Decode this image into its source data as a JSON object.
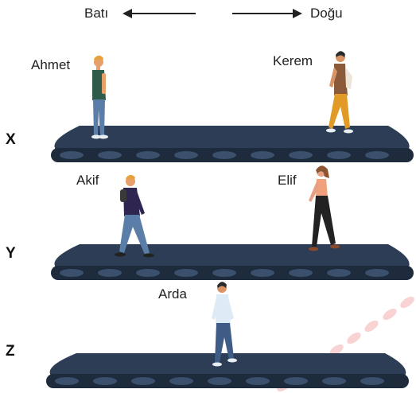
{
  "directions": {
    "west": "Batı",
    "east": "Doğu"
  },
  "rows": [
    {
      "label": "X",
      "people": [
        {
          "name": "Ahmet"
        },
        {
          "name": "Kerem"
        }
      ]
    },
    {
      "label": "Y",
      "people": [
        {
          "name": "Akif"
        },
        {
          "name": "Elif"
        }
      ]
    },
    {
      "label": "Z",
      "people": [
        {
          "name": "Arda"
        }
      ]
    }
  ],
  "colors": {
    "belt": "#2a3b52",
    "belt_dark": "#1d2a3b",
    "roller": "#3b4f6a",
    "watermark": "#f7c6c6"
  }
}
